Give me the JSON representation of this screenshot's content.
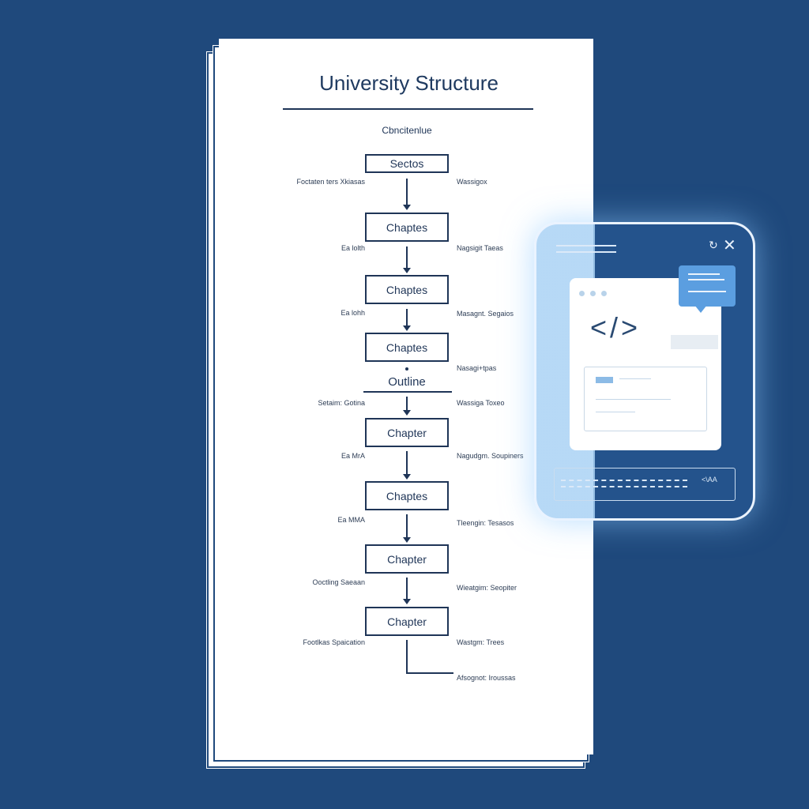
{
  "document": {
    "title": "University Structure",
    "subtitle": "Cbncitenlue",
    "nodes": [
      "Sectos",
      "Chaptes",
      "Chaptes",
      "Chaptes",
      "Outline",
      "Chapter",
      "Chaptes",
      "Chapter",
      "Chapter"
    ],
    "left_labels": [
      "Foctaten ters Xkiasas",
      "Ea lolth",
      "Ea lohh",
      "Setaim: Gotina",
      "Ea MrA",
      "Ea MMA",
      "Ooctling Saeaan",
      "Footlkas Spaication"
    ],
    "right_labels": [
      "Wassigox",
      "Nagsigit Taeas",
      "Masagnt. Segaios",
      "Nasagi+tpas",
      "Wassiga Toxeo",
      "Nagudgm. Soupiners",
      "Tleengin: Tesasos",
      "Wieatgim: Seopiter",
      "Wastgm: Trees",
      "Afsognot: Iroussas"
    ]
  },
  "panel": {
    "code_symbol": "</>",
    "footer_text": "<\\AA",
    "accent": "#5b9ee0"
  }
}
